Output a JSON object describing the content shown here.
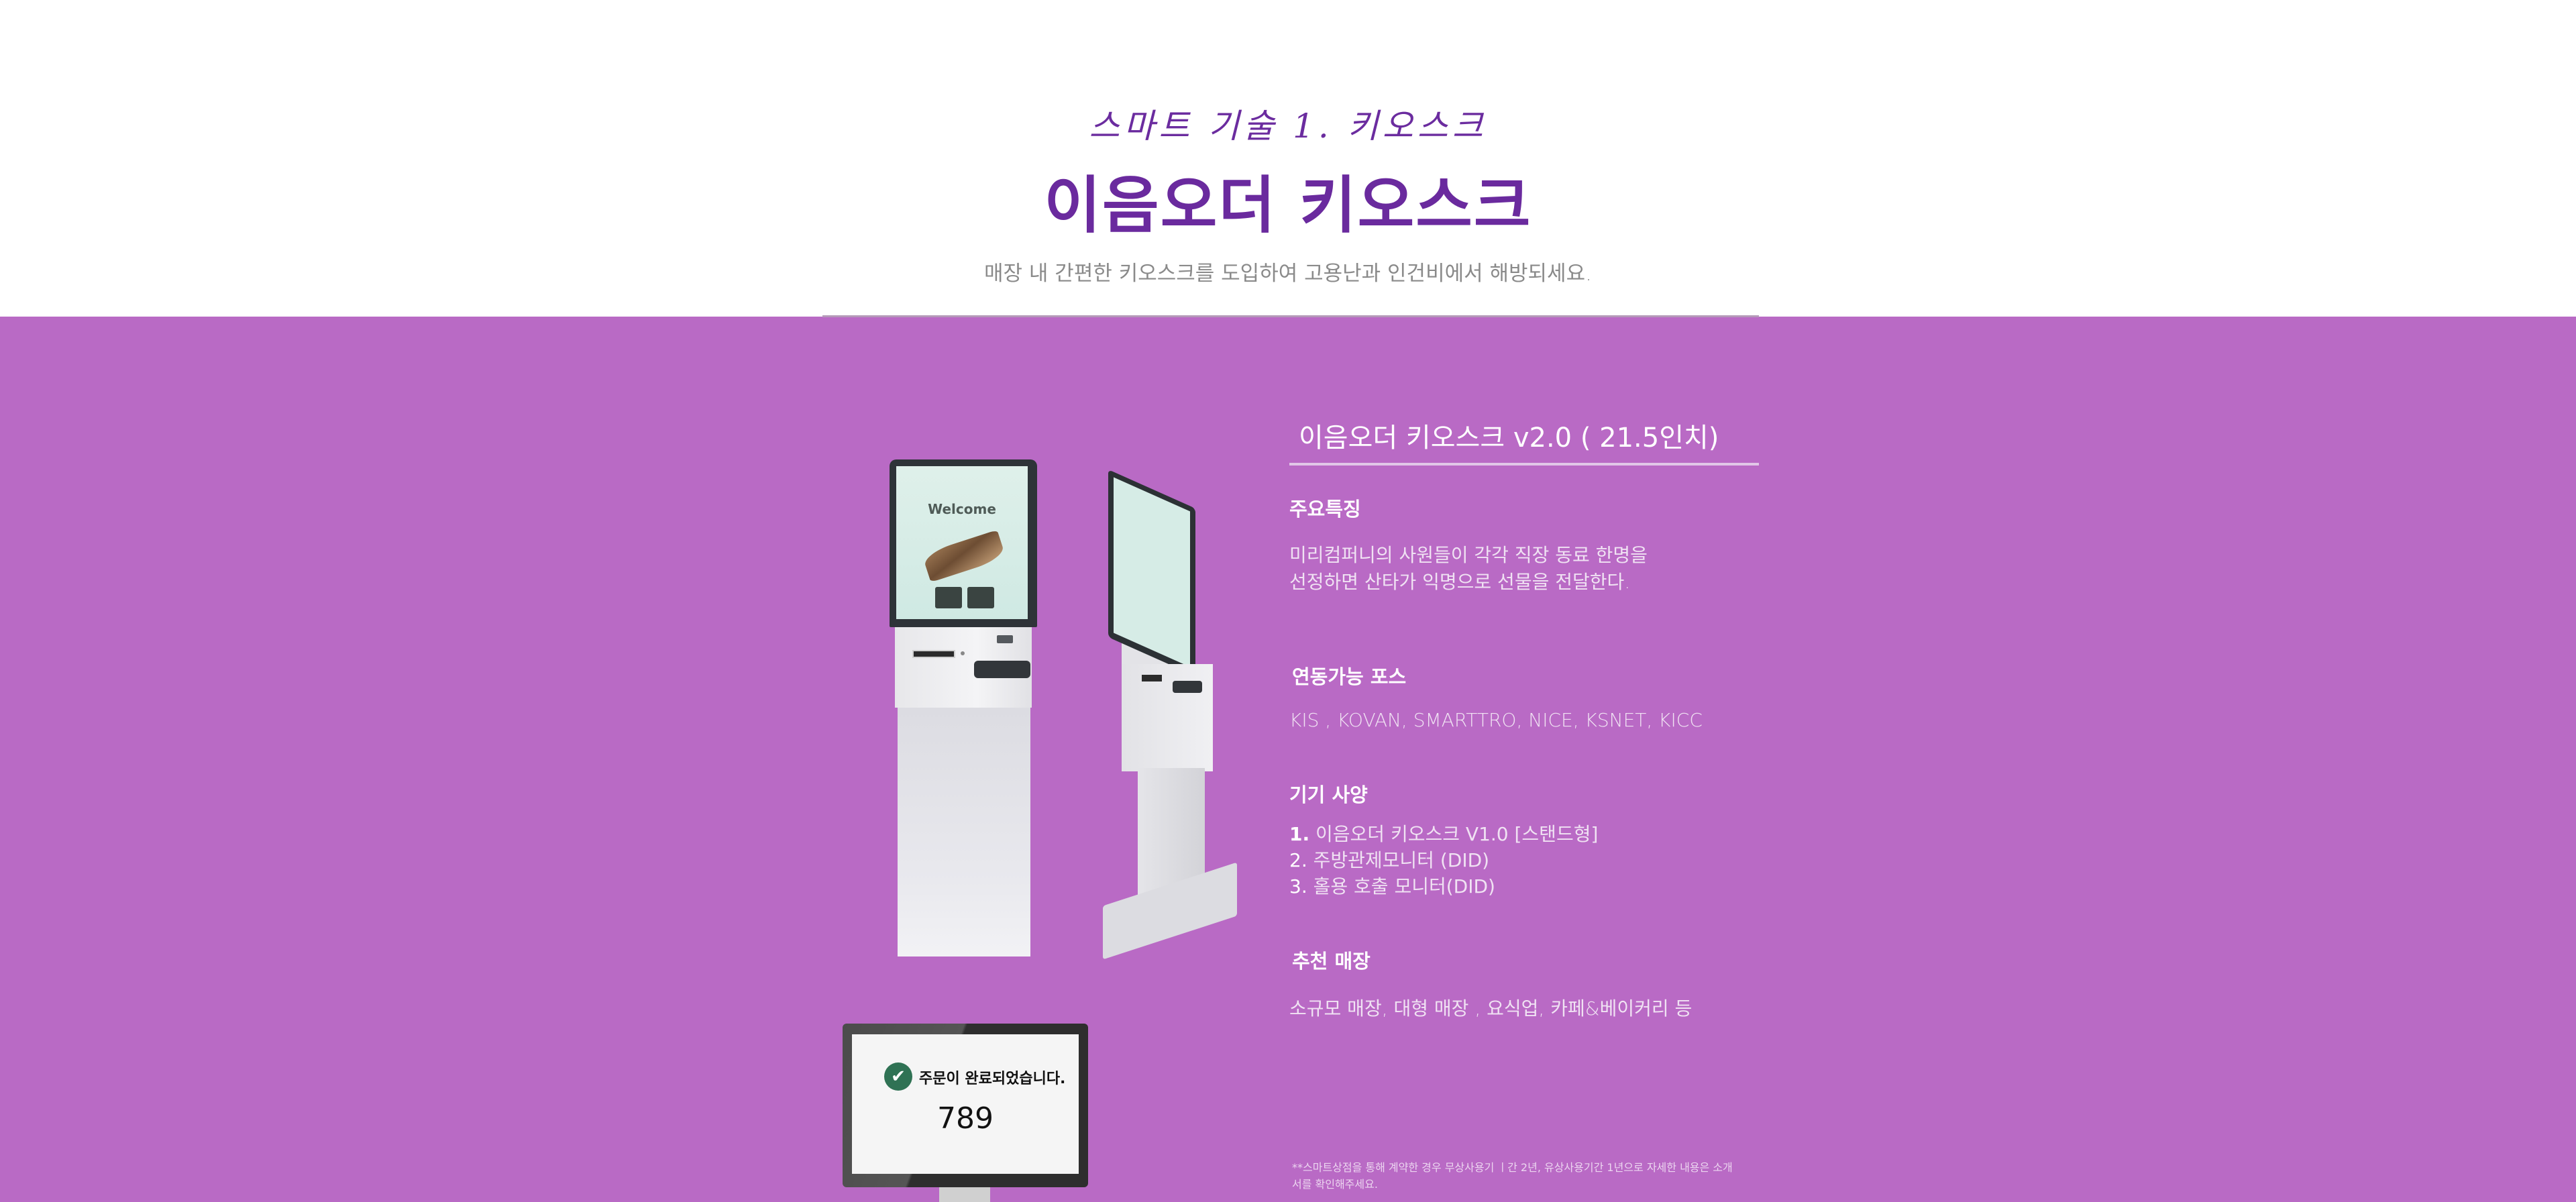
{
  "header": {
    "eyebrow": "스마트 기술 1. 키오스크",
    "title": "이음오더 키오스크",
    "tagline": "매장 내 간편한 키오스크를 도입하여 고용난과 인건비에서 해방되세요."
  },
  "colors": {
    "title_purple": "#6a2a9e",
    "band_purple": "#b96ac5",
    "tagline_gray": "#8a8a8a",
    "check_green": "#2f7254"
  },
  "images": {
    "kiosk_front": {
      "screen_text": "Welcome",
      "alt": "front-view standing kiosk"
    },
    "kiosk_side": {
      "alt": "side-view standing kiosk"
    },
    "did_monitor": {
      "icon": "check-circle-icon",
      "check_glyph": "✔",
      "message": "주문이 완료되었습니다.",
      "order_number": "789"
    }
  },
  "product": {
    "title": "이음오더 키오스크 v2.0 ( 21.5인치)",
    "sections": {
      "features": {
        "heading": "주요특징",
        "lines": [
          "미리컴퍼니의 사원들이 각각 직장 동료 한명을",
          "선정하면 산타가 익명으로 선물을 전달한다."
        ]
      },
      "pos": {
        "heading": "연동가능 포스",
        "text": "KIS , KOVAN, SMARTTRO, NICE, KSNET, KICC"
      },
      "specs": {
        "heading": "기기 사양",
        "items": [
          {
            "num": "1.",
            "text": "이음오더 키오스크 V1.0 [스탠드형]"
          },
          {
            "num": "2.",
            "text": "주방관제모니터 (DID)"
          },
          {
            "num": "3.",
            "text": "홀용 호출 모니터(DID)"
          }
        ]
      },
      "stores": {
        "heading": "추천 매장",
        "text": "소규모 매장, 대형 매장 , 요식업, 카페&베이커리 등"
      }
    },
    "footnote": "**스마트상점을 통해 계약한 경우 무상사용기 ㅣ간 2년, 유상사용기간 1년으로 자세한 내용은 소개서를 확인해주세요."
  }
}
